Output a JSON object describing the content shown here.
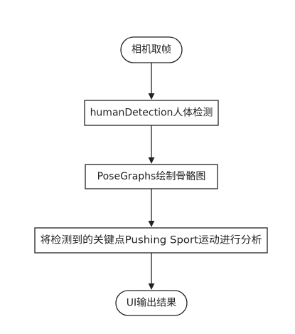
{
  "diagram": {
    "type": "flowchart",
    "colors": {
      "background": "#ffffff",
      "stroke": "#222222",
      "text": "#222222",
      "fill": "#ffffff"
    },
    "nodes": [
      {
        "id": "start",
        "shape": "terminator",
        "label": "相机取帧"
      },
      {
        "id": "detect",
        "shape": "process",
        "label": "humanDetection人体检测"
      },
      {
        "id": "pose",
        "shape": "process",
        "label": "PoseGraphs绘制骨骼图"
      },
      {
        "id": "analyze",
        "shape": "process",
        "label": "将检测到的关键点Pushing Sport运动进行分析"
      },
      {
        "id": "end",
        "shape": "terminator",
        "label": "UI输出结果"
      }
    ],
    "edges": [
      {
        "from": "start",
        "to": "detect"
      },
      {
        "from": "detect",
        "to": "pose"
      },
      {
        "from": "pose",
        "to": "analyze"
      },
      {
        "from": "analyze",
        "to": "end"
      }
    ]
  }
}
